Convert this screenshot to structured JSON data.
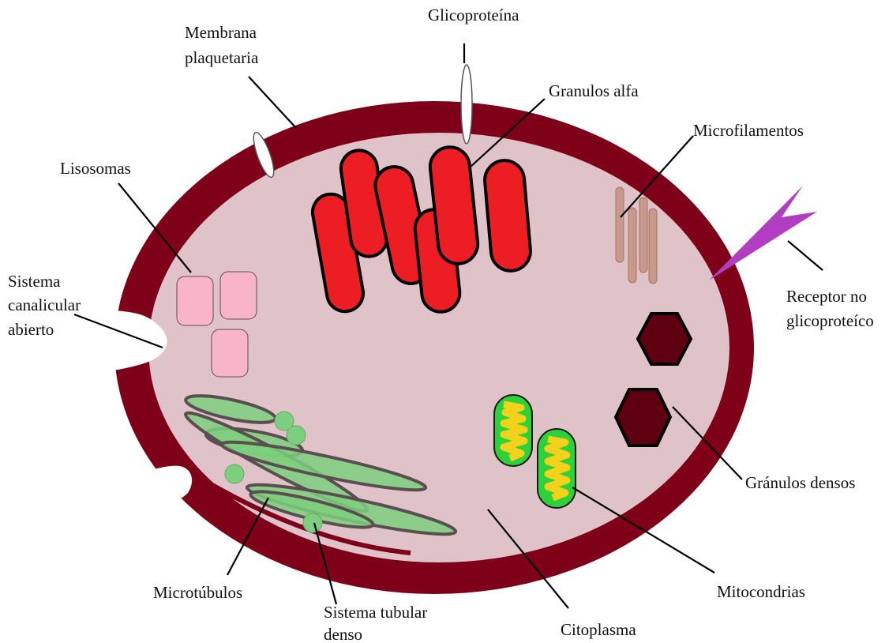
{
  "labels": {
    "membrana_1": "Membrana",
    "membrana_2": "plaquetaria",
    "glicoproteina": "Glicoproteína",
    "granulos_alfa": "Granulos alfa",
    "microfilamentos": "Microfilamentos",
    "lisosomas": "Lisosomas",
    "sistema_canalicular_1": "Sistema",
    "sistema_canalicular_2": "canalicular",
    "sistema_canalicular_3": "abierto",
    "receptor_1": "Receptor no",
    "receptor_2": "glicoproteíco",
    "granulos_densos": "Gránulos densos",
    "microtubulos": "Microtúbulos",
    "sistema_tubular_1": "Sistema tubular",
    "sistema_tubular_2": "denso",
    "mitocondrias": "Mitocondrias",
    "citoplasma": "Citoplasma"
  },
  "colors": {
    "membrane": "#7e0019",
    "cytoplasm": "#dfc3c8",
    "alpha_granule": "#ed1d24",
    "lysosome": "#f8b4c8",
    "microfilament": "#c8988a",
    "dense_granule": "#5e0010",
    "mitochondria_outer": "#2fd13a",
    "mitochondria_inner": "#f4d21b",
    "tubular_system": "#7ccf7e",
    "receptor": "#b13ec2"
  }
}
